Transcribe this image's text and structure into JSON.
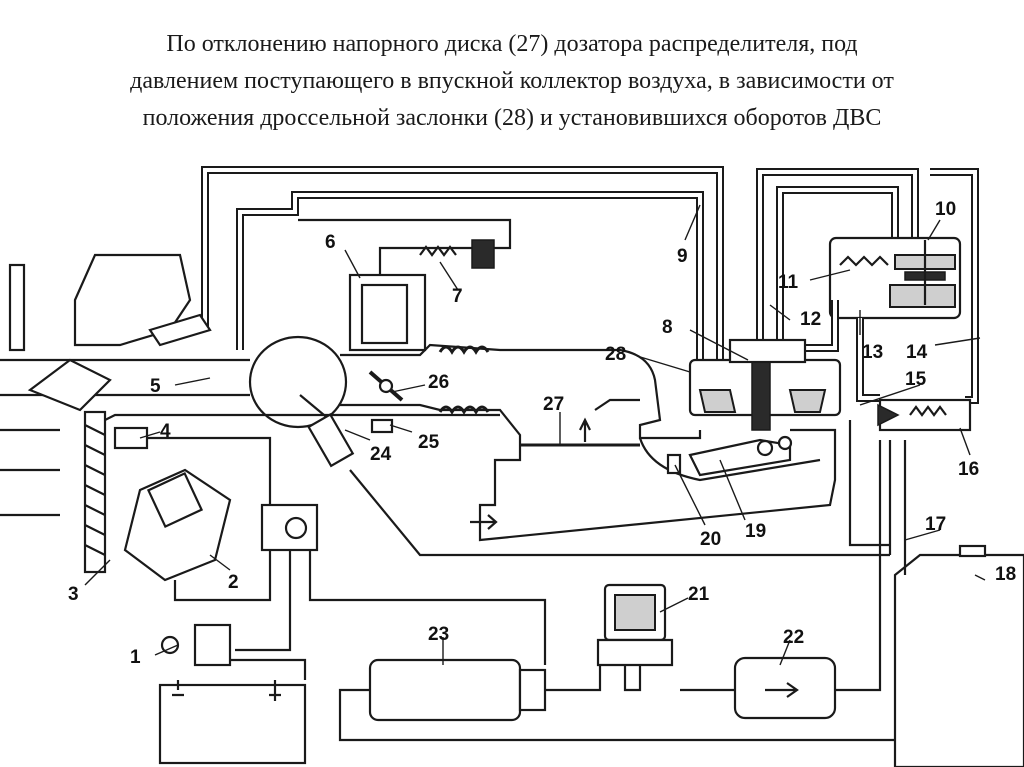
{
  "title": {
    "lines": [
      "По отклонению напорного диска (27) дозатора распределителя, под",
      "давлением поступающего в впускной коллектор воздуха, в зависимости от",
      "положения дроссельной заслонки (28) и установившихся оборотов ДВС"
    ]
  },
  "diagram": {
    "labels": [
      "1",
      "2",
      "3",
      "4",
      "5",
      "6",
      "7",
      "8",
      "9",
      "10",
      "11",
      "12",
      "13",
      "14",
      "15",
      "16",
      "17",
      "18",
      "19",
      "20",
      "21",
      "22",
      "23",
      "24",
      "25",
      "26",
      "27",
      "28"
    ]
  }
}
